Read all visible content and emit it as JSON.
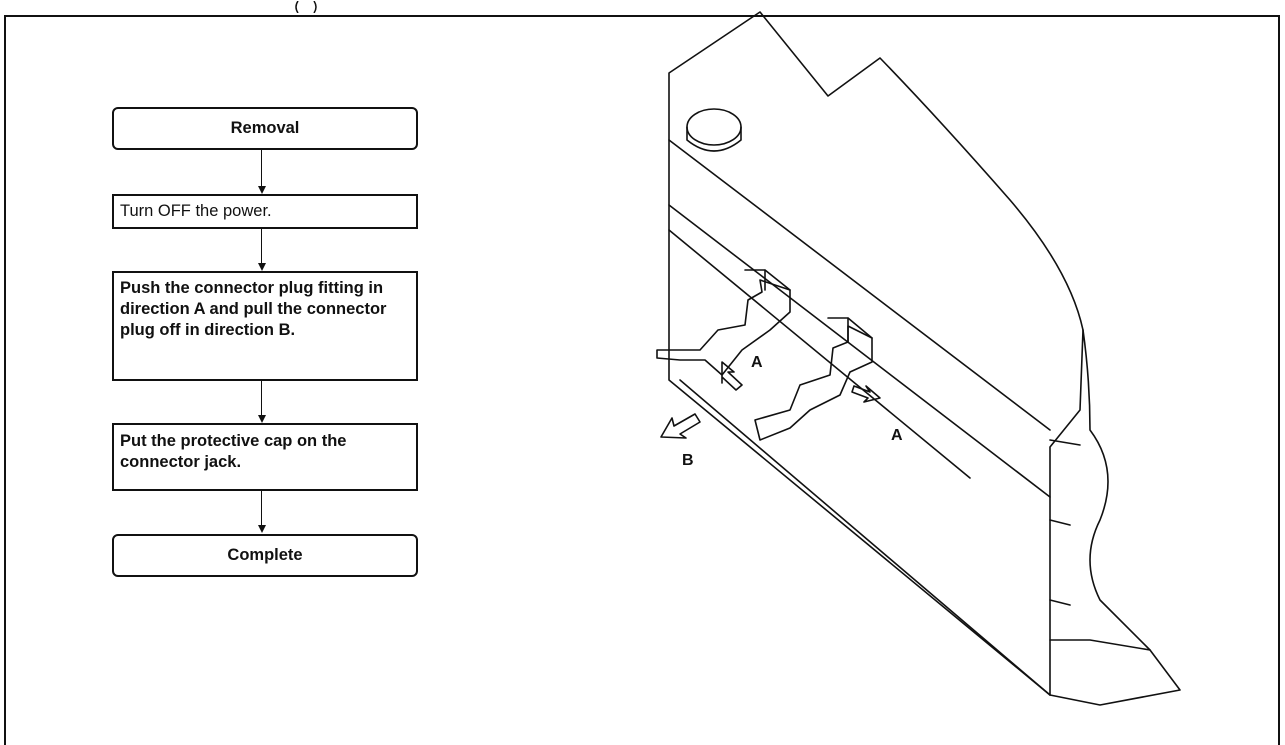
{
  "flowchart": {
    "removal": "Removal",
    "turn_off": "Turn OFF the power.",
    "push_pull": "Push the connector plug fitting in direction A and pull the connector plug off in direction B.",
    "put_cap": "Put the protective cap on the connector jack.",
    "complete": "Complete"
  },
  "illustration": {
    "label_a_left": "A",
    "label_a_right": "A",
    "label_b": "B"
  },
  "colors": {
    "line": "#111111",
    "background": "#ffffff"
  }
}
